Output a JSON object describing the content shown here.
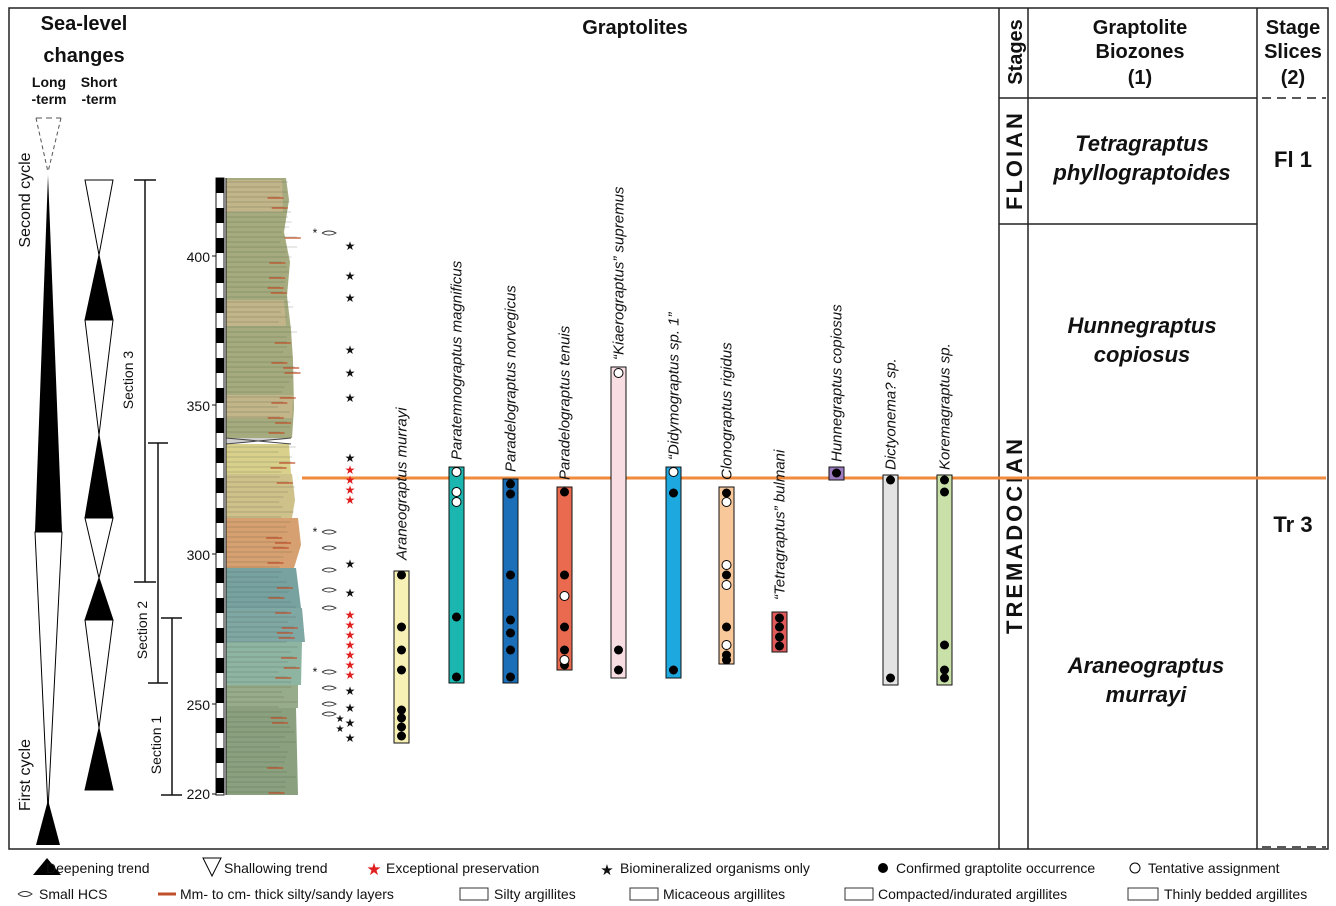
{
  "headers": {
    "sea_level": "Sea-level changes",
    "long_term": "Long -term",
    "short_term": "Short -term",
    "graptolites": "Graptolites",
    "stages": "Stages",
    "biozones": "Graptolite Biozones (1)",
    "slices": "Stage Slices (2)"
  },
  "cycles": {
    "second": "Second cycle",
    "first": "First cycle"
  },
  "sections": [
    "Section 3",
    "Section 2",
    "Section 1"
  ],
  "depth_ticks": [
    "400",
    "350",
    "300",
    "250",
    "220"
  ],
  "stages": {
    "floian": "FLOIAN",
    "tremadocian": "TREMADOCIAN"
  },
  "biozones": [
    {
      "line1": "Tetragraptus",
      "line2": "phyllograptoides"
    },
    {
      "line1": "Hunnegraptus",
      "line2": "copiosus"
    },
    {
      "line1": "Araneograptus",
      "line2": "murrayi"
    }
  ],
  "slices": [
    "Fl 1",
    "Tr 3"
  ],
  "taxa": [
    {
      "name": "Araneograptus murrayi",
      "color": "#f7f1b5"
    },
    {
      "name": "Paratemnograptus magnificus",
      "color": "#1bb6b0"
    },
    {
      "name": "Paradelograptus norvegicus",
      "color": "#1a6fb8"
    },
    {
      "name": "Paradelograptus tenuis",
      "color": "#ea6a4f"
    },
    {
      "name": "“Kiaerograptus” supremus",
      "color": "#f8dde3"
    },
    {
      "name": "“Didymograptus sp. 1”",
      "color": "#1ea8e0"
    },
    {
      "name": "Clonograptus rigidus",
      "color": "#f8c79a"
    },
    {
      "name": "“Tetragraptus” bulmani",
      "color": "#e05a5a"
    },
    {
      "name": "Hunnegraptus copiosus",
      "color": "#9b7bc0"
    },
    {
      "name": "Dictyonema? sp.",
      "color": "#e3e3e3"
    },
    {
      "name": "Koremagraptus sp.",
      "color": "#c9e0a8"
    }
  ],
  "legend": {
    "deepening": "Deepening trend",
    "shallowing": "Shallowing trend",
    "exceptional": "Exceptional preservation",
    "biomineralized": "Biomineralized organisms only",
    "confirmed": "Confirmed graptolite occurrence",
    "tentative": "Tentative assignment",
    "hcs": "Small HCS",
    "silty_layers": "Mm- to cm- thick silty/sandy layers",
    "silty_argillites": "Silty argillites",
    "micaceous": "Micaceous argillites",
    "compacted": "Compacted/indurated argillites",
    "thinly": "Thinly bedded argillites"
  },
  "colors": {
    "event_line": "#f08a3c",
    "exceptional_star": "#e02020"
  }
}
